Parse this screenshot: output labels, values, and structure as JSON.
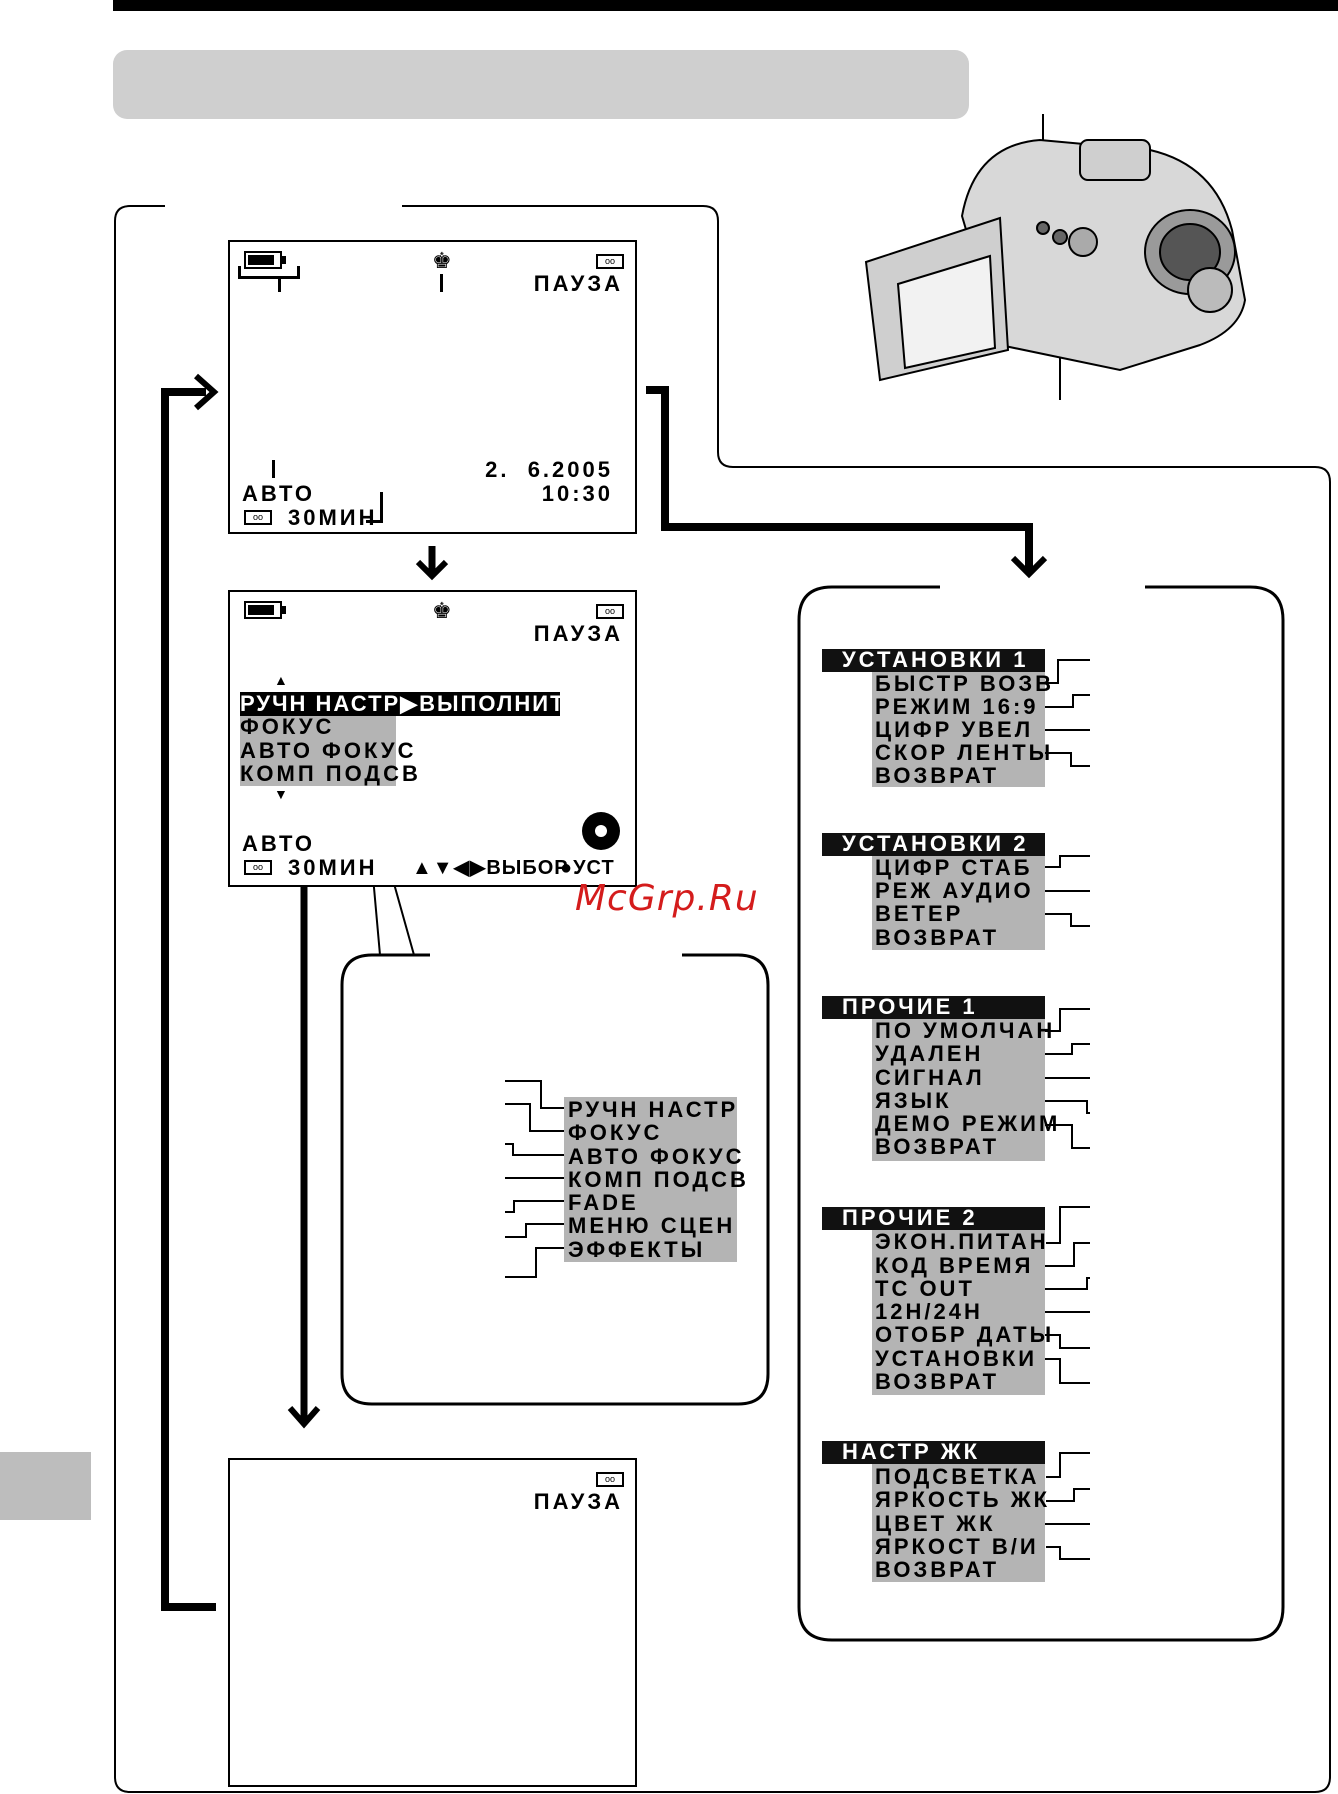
{
  "colors": {
    "tab_gray": "#cfcfcf",
    "menu_gray": "#b4b4b4",
    "menu_black": "#111111",
    "watermark": "#d41c1c"
  },
  "screen1": {
    "pause": "ПАУЗА",
    "date": "2.  6.2005",
    "time": "10:30",
    "mode": "АВТО",
    "tape_remaining": "30МИН"
  },
  "screen2": {
    "pause": "ПАУЗА",
    "up_arrow": "▲",
    "down_arrow": "▼",
    "menu_items": [
      "РУЧН НАСТР▶ВЫПОЛНИТЬ",
      "ФОКУС",
      "АВТО ФОКУС",
      "КОМП ПОДСВ"
    ],
    "mode": "АВТО",
    "tape_remaining": "30МИН",
    "hint_select": "▲▼◀▶ВЫБОР",
    "hint_set": "●УСТ"
  },
  "callout_menu": {
    "items": [
      "РУЧН НАСТР",
      "ФОКУС",
      "АВТО ФОКУС",
      "КОМП ПОДСВ",
      "FADE",
      "МЕНЮ СЦЕН",
      "ЭФФЕКТЫ"
    ]
  },
  "screen3": {
    "pause": "ПАУЗА"
  },
  "setup_menus": [
    {
      "title": "УСТАНОВКИ 1",
      "items": [
        "БЫСТР ВОЗВ",
        "РЕЖИМ 16:9",
        "ЦИФР УВЕЛ",
        "СКОР ЛЕНТЫ",
        "ВОЗВРАТ"
      ]
    },
    {
      "title": "УСТАНОВКИ 2",
      "items": [
        "ЦИФР СТАБ",
        "РЕЖ АУДИО",
        "ВЕТЕР",
        "ВОЗВРАТ"
      ]
    },
    {
      "title": "ПРОЧИЕ 1",
      "items": [
        "ПО УМОЛЧАН",
        "УДАЛЕН",
        "СИГНАЛ",
        "ЯЗЫК",
        "ДЕМО РЕЖИМ",
        "ВОЗВРАТ"
      ]
    },
    {
      "title": "ПРОЧИЕ 2",
      "items": [
        "ЭКОН.ПИТАН",
        "КОД ВРЕМЯ",
        "TC OUT",
        "12H/24H",
        "ОТОБР ДАТЫ",
        "УСТАНОВКИ",
        "ВОЗВРАТ"
      ]
    },
    {
      "title": "НАСТР ЖК",
      "items": [
        "ПОДСВЕТКА",
        "ЯРКОСТЬ ЖК",
        "ЦВЕТ ЖК",
        "ЯРКОСТ В/И",
        "ВОЗВРАТ"
      ]
    }
  ],
  "watermark": "McGrp.Ru"
}
